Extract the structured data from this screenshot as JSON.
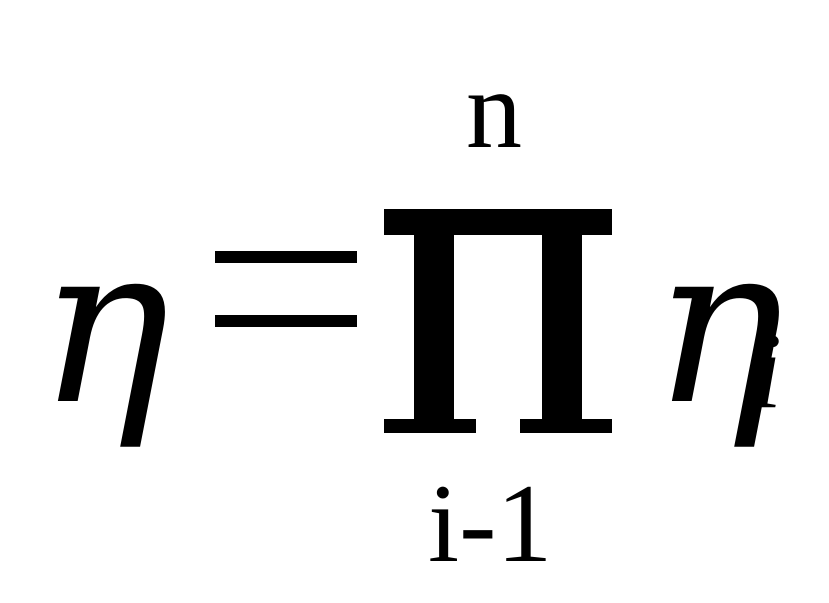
{
  "formula": {
    "lhs_symbol": "η",
    "equals_sign": "=",
    "operator": "∏",
    "upper_limit": "n",
    "lower_limit": "i-1",
    "rhs_symbol": "η",
    "rhs_subscript": "i"
  }
}
